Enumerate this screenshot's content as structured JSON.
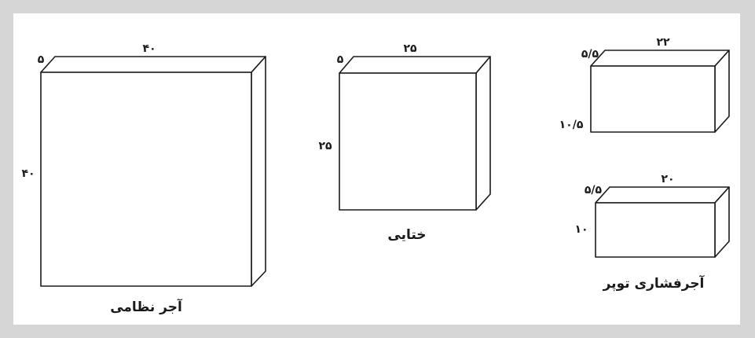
{
  "bricks": [
    {
      "id": "system",
      "caption": "آجر نظامی",
      "top_dim": "۴۰",
      "depth_dim": "۵",
      "side_dim": "۴۰"
    },
    {
      "id": "khatai",
      "caption": "ختایی",
      "top_dim": "۲۵",
      "depth_dim": "۵",
      "side_dim": "۲۵"
    },
    {
      "id": "pressed-top",
      "top_dim": "۲۲",
      "depth_dim": "۵/۵",
      "side_dim": "۱۰/۵"
    },
    {
      "id": "pressed-bottom",
      "top_dim": "۲۰",
      "depth_dim": "۵/۵",
      "side_dim": "۱۰"
    }
  ],
  "captions": {
    "pressed": "آجرفشاری توپر"
  }
}
